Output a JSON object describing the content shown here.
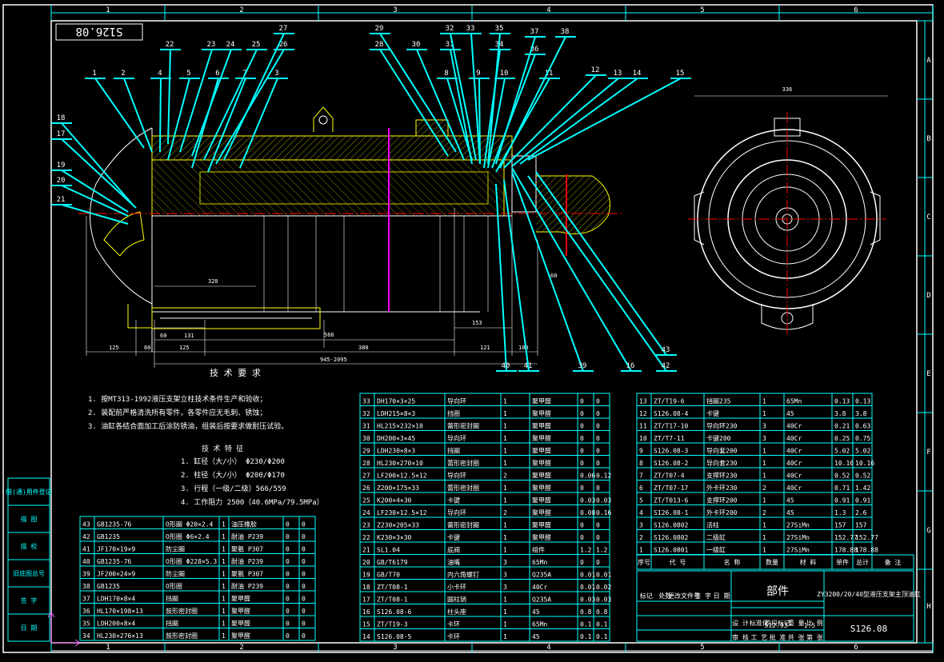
{
  "sheet": {
    "drawing_no": "S126.08",
    "drawing_no_mirror": "S126.08",
    "part_name": "部件",
    "title": "ZY3200/20/40型液压支架主顶油缸",
    "zones_top": [
      "1",
      "2",
      "3",
      "4",
      "5",
      "6"
    ],
    "zones_side": [
      "A",
      "B",
      "C",
      "D",
      "E",
      "F",
      "G",
      "H"
    ]
  },
  "leaders": [
    "1",
    "2",
    "3",
    "4",
    "5",
    "6",
    "7",
    "8",
    "9",
    "10",
    "11",
    "12",
    "13",
    "14",
    "15",
    "16",
    "17",
    "18",
    "19",
    "20",
    "21",
    "22",
    "23",
    "24",
    "25",
    "26",
    "27",
    "28",
    "29",
    "30",
    "31",
    "32",
    "33",
    "34",
    "35",
    "36",
    "37",
    "38",
    "39",
    "40",
    "41",
    "42",
    "43"
  ],
  "dimensions": {
    "top_width": "336",
    "h1": "125",
    "h2": "60",
    "h3": "125",
    "h4": "380",
    "h5": "121",
    "h6": "100",
    "total": "945-2095",
    "h7": "566",
    "h8": "153",
    "h9": "320",
    "h10": "131",
    "h11": "60",
    "h12": "60"
  },
  "tech": {
    "title": "技 术 要 求",
    "items": [
      "1. 按MT313-1992液压支架立柱技术条件生产和验收；",
      "2. 装配前严格清洗所有零件，各零件应无毛刺、锈蚀；",
      "3. 油缸各结合面加工后涂防锈油，组装后按要求做耐压试验。"
    ],
    "params_title": "技 术 特 征",
    "params": [
      "1. 缸径（大/小）   Φ230/Φ200",
      "2. 柱径（大/小）   Φ200/Φ170",
      "3. 行程（一级/二级）566/559",
      "4. 工作阻力   2500（40.6MPa/79.5MPa）"
    ]
  },
  "side_titles": [
    "借(通)用件登记",
    "描 图",
    "描 校",
    "旧底图总号",
    "签 字",
    "日 期"
  ],
  "bom_left": [
    [
      "43",
      "GB1235-76",
      "O形圈 Φ20×2.4",
      "1",
      "油压橡胶",
      "0",
      "0"
    ],
    [
      "42",
      "GB1235",
      "O形圈 Φ6×2.4",
      "1",
      "耐油 P239",
      "0",
      "0"
    ],
    [
      "41",
      "JF170×19×9",
      "防尘圈",
      "1",
      "聚氨 P307",
      "0",
      "0"
    ],
    [
      "40",
      "GB1235-76",
      "O形圈 Φ228×5.3",
      "1",
      "耐油 P239",
      "0",
      "0"
    ],
    [
      "39",
      "JF200×24×9",
      "防尘圈",
      "1",
      "聚氨 P307",
      "0",
      "0"
    ],
    [
      "38",
      "GB1235",
      "O形圈",
      "1",
      "耐油 P239",
      "0",
      "0"
    ],
    [
      "37",
      "LDH170×8×4",
      "挡圈",
      "1",
      "聚甲醛",
      "0",
      "0"
    ],
    [
      "36",
      "HL170×198×13",
      "鼓形密封圈",
      "1",
      "聚甲醛",
      "0",
      "0"
    ],
    [
      "35",
      "LDH200×8×4",
      "挡圈",
      "1",
      "聚甲醛",
      "0",
      "0"
    ],
    [
      "34",
      "HL230×276×13",
      "鼓形密封圈",
      "1",
      "聚甲醛",
      "0",
      "0"
    ]
  ],
  "bom_mid": [
    [
      "33",
      "DH170×3×25",
      "导向环",
      "1",
      "聚甲醛",
      "0",
      "0"
    ],
    [
      "32",
      "LDH215×8×3",
      "挡圈",
      "1",
      "聚甲醛",
      "0",
      "0"
    ],
    [
      "31",
      "HL215×232×10",
      "蕾形密封圈",
      "1",
      "聚甲醛",
      "0",
      "0"
    ],
    [
      "30",
      "DH200×3×45",
      "导向环",
      "1",
      "聚甲醛",
      "0",
      "0"
    ],
    [
      "29",
      "LDH230×8×3",
      "挡圈",
      "1",
      "聚甲醛",
      "0",
      "0"
    ],
    [
      "28",
      "HL230×270×10",
      "蕾形密封圈",
      "1",
      "聚甲醛",
      "0",
      "0"
    ],
    [
      "27",
      "LF200×12.5×12",
      "导向环",
      "2",
      "聚甲醛",
      "0.06",
      "0.12"
    ],
    [
      "26",
      "Z200×175×33",
      "蕾形密封圈",
      "1",
      "聚甲醛",
      "0",
      "0"
    ],
    [
      "25",
      "K200×4×30",
      "卡键",
      "1",
      "聚甲醛",
      "0.03",
      "0.03"
    ],
    [
      "24",
      "LF230×12.5×12",
      "导向环",
      "2",
      "聚甲醛",
      "0.08",
      "0.16"
    ],
    [
      "23",
      "Z230×205×33",
      "蕾形密封圈",
      "1",
      "聚甲醛",
      "0",
      "0"
    ],
    [
      "22",
      "K230×3×30",
      "卡键",
      "1",
      "聚甲醛",
      "0",
      "0"
    ],
    [
      "21",
      "SL1.04",
      "底阀",
      "1",
      "组件",
      "1.2",
      "1.2"
    ],
    [
      "20",
      "GB/T6179",
      "油嘴",
      "3",
      "65Mn",
      "0",
      "0"
    ],
    [
      "19",
      "GB/T70",
      "内六角螺钉",
      "3",
      "Q235A",
      "0.01",
      "0.01"
    ],
    [
      "18",
      "ZT/T08-1",
      "小卡环",
      "3",
      "40Cr",
      "0.01",
      "0.02"
    ],
    [
      "17",
      "ZT/T08-1",
      "圆柱销",
      "1",
      "Q235A",
      "0.03",
      "0.03"
    ],
    [
      "16",
      "S126.08-6",
      "柱头座",
      "1",
      "45",
      "0.8",
      "0.8"
    ],
    [
      "15",
      "ZT/T19-3",
      "卡环",
      "1",
      "65Mn",
      "0.1",
      "0.1"
    ],
    [
      "14",
      "S126.08-5",
      "卡环",
      "1",
      "45",
      "0.1",
      "0.1"
    ]
  ],
  "bom_right": [
    [
      "13",
      "ZT/T19-6",
      "挡圈235",
      "1",
      "65Mn",
      "0.13",
      "0.13"
    ],
    [
      "12",
      "S126.08-4",
      "卡键",
      "1",
      "45",
      "3.8",
      "3.8"
    ],
    [
      "11",
      "ZT/T17-10",
      "导向环230",
      "3",
      "40Cr",
      "0.21",
      "0.63"
    ],
    [
      "10",
      "ZT/T7-11",
      "卡键200",
      "3",
      "40Cr",
      "0.25",
      "0.75"
    ],
    [
      "9",
      "S126.08-3",
      "导向套200",
      "1",
      "40Cr",
      "5.02",
      "5.02"
    ],
    [
      "8",
      "S126.08-2",
      "导向套230",
      "1",
      "40Cr",
      "10.16",
      "10.16"
    ],
    [
      "7",
      "ZT/T07-4",
      "支撑环230",
      "1",
      "40Cr",
      "0.52",
      "0.52"
    ],
    [
      "6",
      "ZT/T07-17",
      "外卡环230",
      "2",
      "40Cr",
      "0.71",
      "1.42"
    ],
    [
      "5",
      "ZT/T013-6",
      "支撑环200",
      "1",
      "45",
      "0.91",
      "0.91"
    ],
    [
      "4",
      "S126.08-1",
      "外卡环200",
      "2",
      "45",
      "1.3",
      "2.6"
    ],
    [
      "3",
      "S126.0802",
      "活柱",
      "1",
      "27SiMn",
      "157",
      "157"
    ],
    [
      "2",
      "S126.0802",
      "二级缸",
      "1",
      "27SiMn",
      "152.77",
      "152.77"
    ],
    [
      "1",
      "S126.0801",
      "一级缸",
      "1",
      "27SiMn",
      "178.88",
      "178.88"
    ]
  ],
  "bom_header": [
    "序号",
    "代 号",
    "名 称",
    "数量",
    "材 料",
    "单件",
    "总计",
    "备 注"
  ],
  "title_block": {
    "row1": [
      "标记",
      "处数",
      "更改文件号",
      "签 字",
      "日 期"
    ],
    "row2": [
      "设 计",
      "标准化",
      "阶段标记",
      "重 量",
      "比 例"
    ],
    "weight": "512.93",
    "scale": "1:5",
    "row3": [
      "审 核",
      "工 艺",
      "批 准",
      "共 张",
      "第 张"
    ]
  },
  "colors": {
    "frame": "#ffffff",
    "table": "#00ffff",
    "leader": "#00ffff",
    "part": "#ffff00",
    "hatch": "#cccc00",
    "center": "#ff0000",
    "dim": "#ffffff",
    "sect": "#ff00ff"
  }
}
